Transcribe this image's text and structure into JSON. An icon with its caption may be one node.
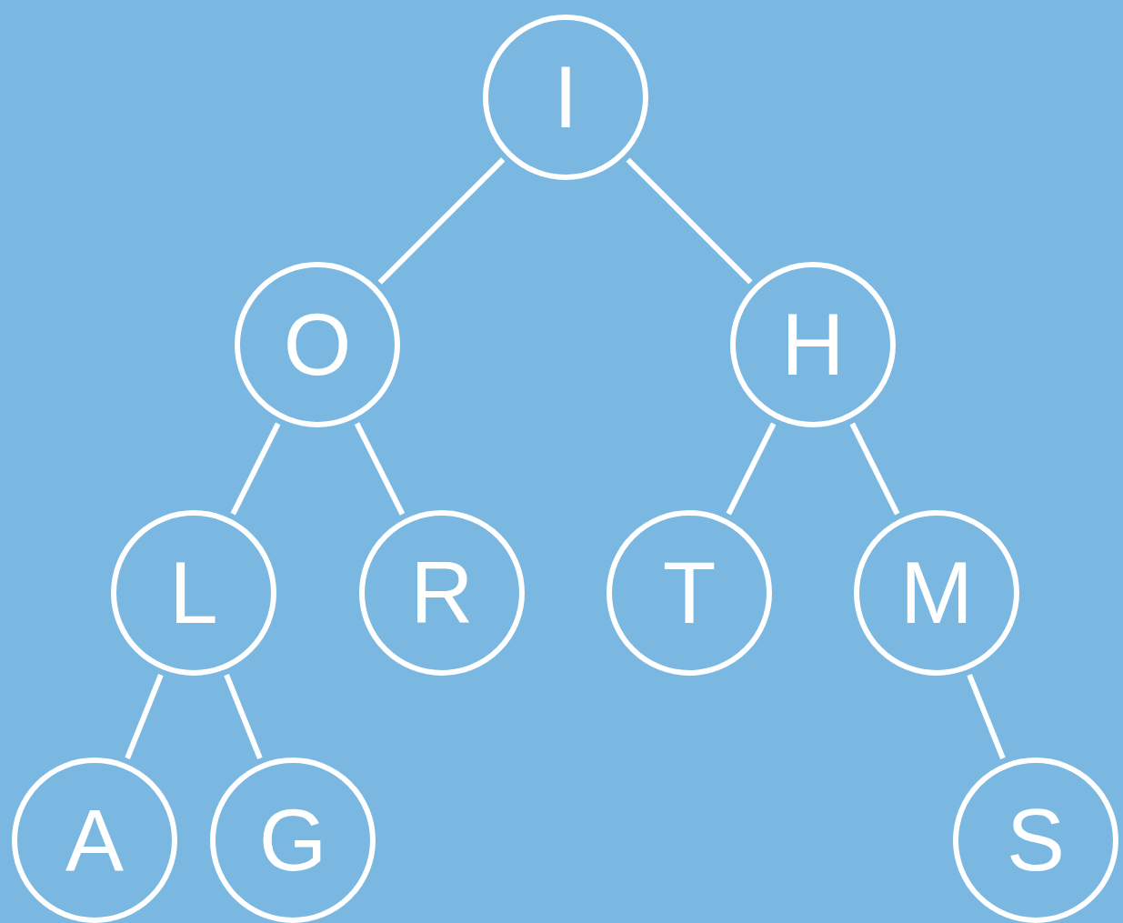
{
  "diagram": {
    "nodes": [
      {
        "text": [
          "I"
        ]
      },
      {
        "text": [
          "O"
        ]
      },
      {
        "text": [
          "H"
        ]
      },
      {
        "text": [
          "L"
        ]
      },
      {
        "text": [
          "R"
        ]
      },
      {
        "text": [
          "T"
        ]
      },
      {
        "text": [
          "M"
        ]
      },
      {
        "text": [
          "A"
        ]
      },
      {
        "text": [
          "G"
        ]
      },
      {
        "text": [
          "S"
        ]
      }
    ],
    "edges": [
      {
        "from": 0,
        "to": 1,
        "arrow": "none"
      },
      {
        "from": 0,
        "to": 2,
        "arrow": "none"
      },
      {
        "from": 1,
        "to": 3,
        "arrow": "none"
      },
      {
        "from": 1,
        "to": 4,
        "arrow": "none"
      },
      {
        "from": 2,
        "to": 5,
        "arrow": "none"
      },
      {
        "from": 2,
        "to": 6,
        "arrow": "none"
      },
      {
        "from": 3,
        "to": 7,
        "arrow": "none"
      },
      {
        "from": 3,
        "to": 8,
        "arrow": "none"
      },
      {
        "from": 6,
        "to": 9,
        "arrow": "none"
      }
    ]
  }
}
